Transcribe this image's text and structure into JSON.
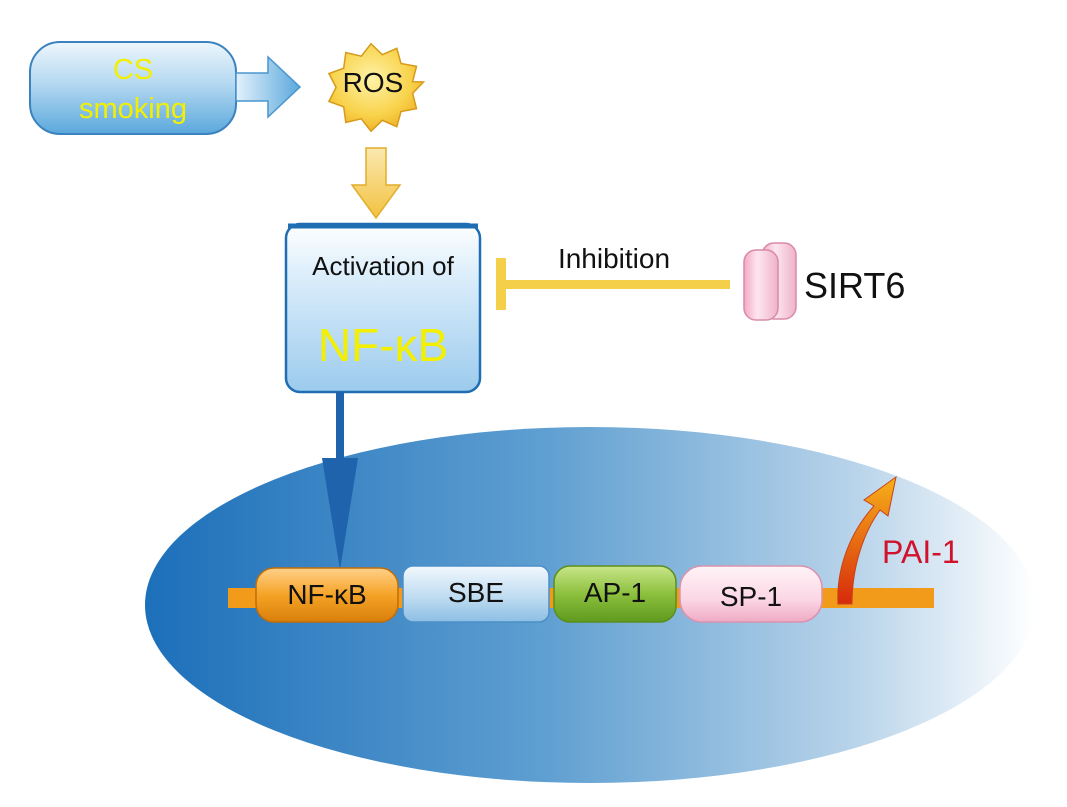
{
  "nodes": {
    "cs_smoking": {
      "line1": "CS",
      "line2": "smoking"
    },
    "ros": {
      "label": "ROS"
    },
    "activation": {
      "line1": "Activation of",
      "line2": "NF-κB"
    },
    "sirt6": {
      "label": "SIRT6"
    }
  },
  "edges": {
    "inhibition": {
      "label": "Inhibition"
    },
    "output": {
      "label": "PAI-1"
    }
  },
  "promoter": {
    "elements": [
      {
        "id": "nfkb",
        "label": "NF-κB"
      },
      {
        "id": "sbe",
        "label": "SBE"
      },
      {
        "id": "ap1",
        "label": "AP-1"
      },
      {
        "id": "sp1",
        "label": "SP-1"
      }
    ]
  },
  "colors": {
    "highlight_text": "#f2f000",
    "output_text": "#d0122c",
    "nucleus_dark": "#1c6fba",
    "dna": "#f29a1a"
  }
}
